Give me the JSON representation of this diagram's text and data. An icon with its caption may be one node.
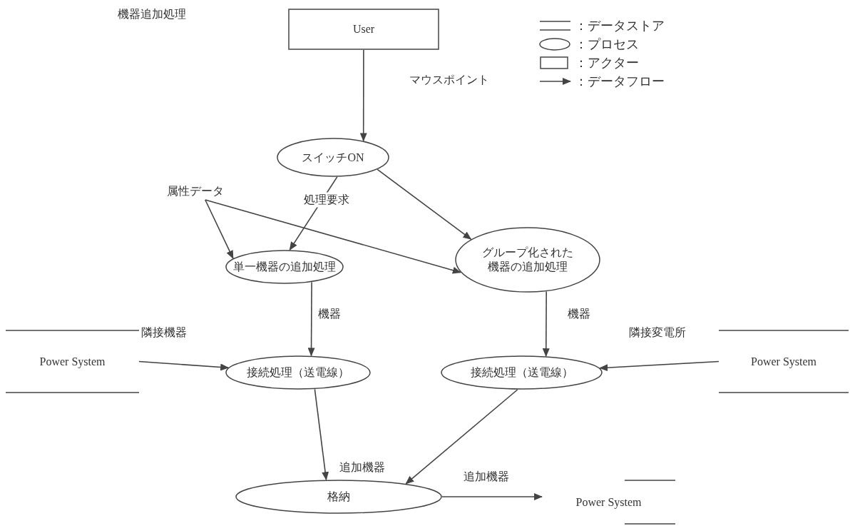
{
  "diagram": {
    "title": "機器追加処理",
    "nodes": [
      {
        "text": [
          "User"
        ]
      },
      {
        "text": [
          "スイッチON"
        ]
      },
      {
        "text": [
          "属性データ"
        ]
      },
      {
        "text": [
          "単一機器の追加処理"
        ]
      },
      {
        "text": [
          "グループ化された機器の追加処理"
        ]
      },
      {
        "text": [
          "Power System"
        ]
      },
      {
        "text": [
          "接続処理（送電線）"
        ]
      },
      {
        "text": [
          "接続処理（送電線）"
        ]
      },
      {
        "text": [
          "Power System"
        ]
      },
      {
        "text": [
          "格納"
        ]
      },
      {
        "text": [
          "Power System"
        ]
      }
    ],
    "edges": [
      {
        "from": 0,
        "to": 1,
        "arrow": "to",
        "label": "マウスポイント"
      },
      {
        "from": 1,
        "to": 3,
        "arrow": "to",
        "label": "処理要求"
      },
      {
        "from": 1,
        "to": 4,
        "arrow": "to"
      },
      {
        "from": 2,
        "to": 3,
        "arrow": "to"
      },
      {
        "from": 2,
        "to": 4,
        "arrow": "to"
      },
      {
        "from": 3,
        "to": 6,
        "arrow": "to",
        "label": "機器"
      },
      {
        "from": 4,
        "to": 7,
        "arrow": "to",
        "label": "機器"
      },
      {
        "from": 5,
        "to": 6,
        "arrow": "to",
        "label": "隣接機器"
      },
      {
        "from": 8,
        "to": 7,
        "arrow": "to",
        "label": "隣接変電所"
      },
      {
        "from": 6,
        "to": 9,
        "arrow": "to",
        "label": "追加機器"
      },
      {
        "from": 7,
        "to": 9,
        "arrow": "to"
      },
      {
        "from": 9,
        "to": 10,
        "arrow": "to",
        "label": "追加機器"
      }
    ],
    "legend": [
      {
        "text": "：データストア"
      },
      {
        "text": "：プロセス"
      },
      {
        "text": "：アクター"
      },
      {
        "text": "：データフロー"
      }
    ]
  }
}
